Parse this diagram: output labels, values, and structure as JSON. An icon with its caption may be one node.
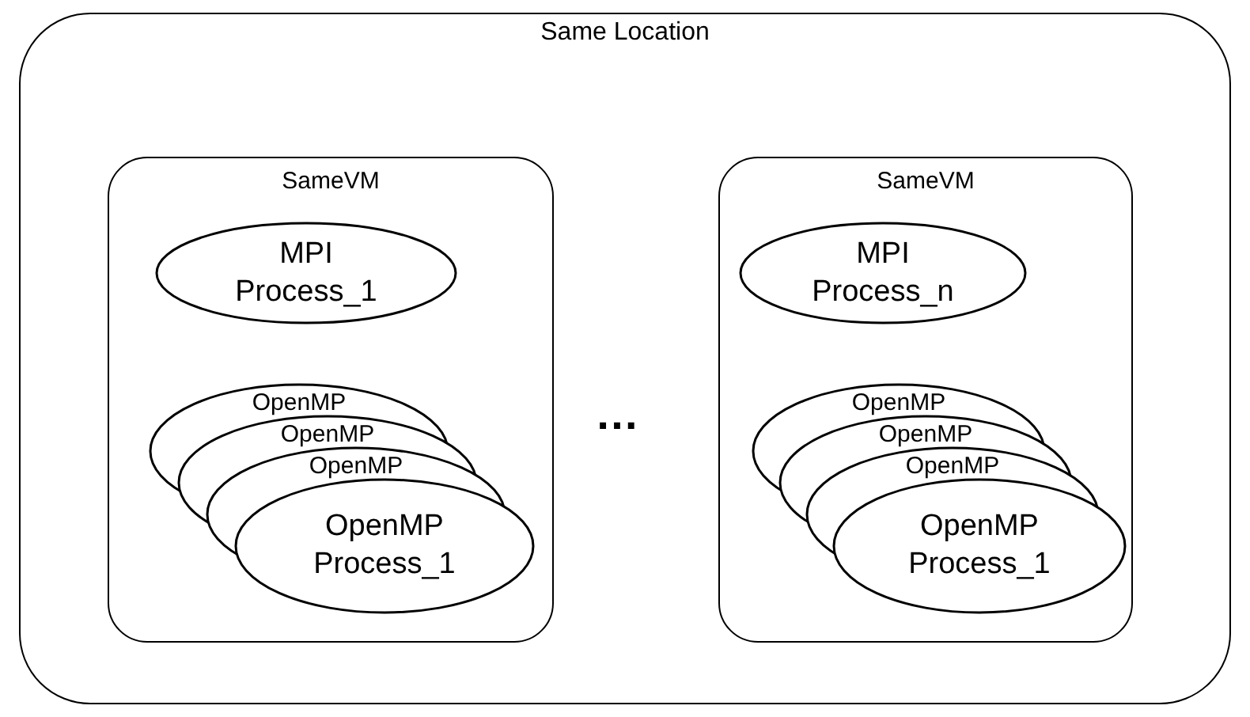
{
  "diagram": {
    "nodes": [
      {
        "text": [
          "Same Location"
        ]
      },
      {
        "text": [
          "SameVM"
        ],
        "in": 0
      },
      {
        "text": [
          "MPI Process_1"
        ],
        "in": 1
      },
      {
        "text": [
          "OpenMP"
        ],
        "in": 1
      },
      {
        "text": [
          "OpenMP"
        ],
        "in": 1
      },
      {
        "text": [
          "OpenMP"
        ],
        "in": 1
      },
      {
        "text": [
          "OpenMP Process_1"
        ],
        "in": 1
      },
      {
        "text": [
          "SameVM"
        ],
        "in": 0
      },
      {
        "text": [
          "MPI Process_n"
        ],
        "in": 7
      },
      {
        "text": [
          "OpenMP"
        ],
        "in": 7
      },
      {
        "text": [
          "OpenMP"
        ],
        "in": 7
      },
      {
        "text": [
          "OpenMP"
        ],
        "in": 7
      },
      {
        "text": [
          "OpenMP Process_1"
        ],
        "in": 7
      }
    ],
    "labels": [
      "…"
    ]
  }
}
